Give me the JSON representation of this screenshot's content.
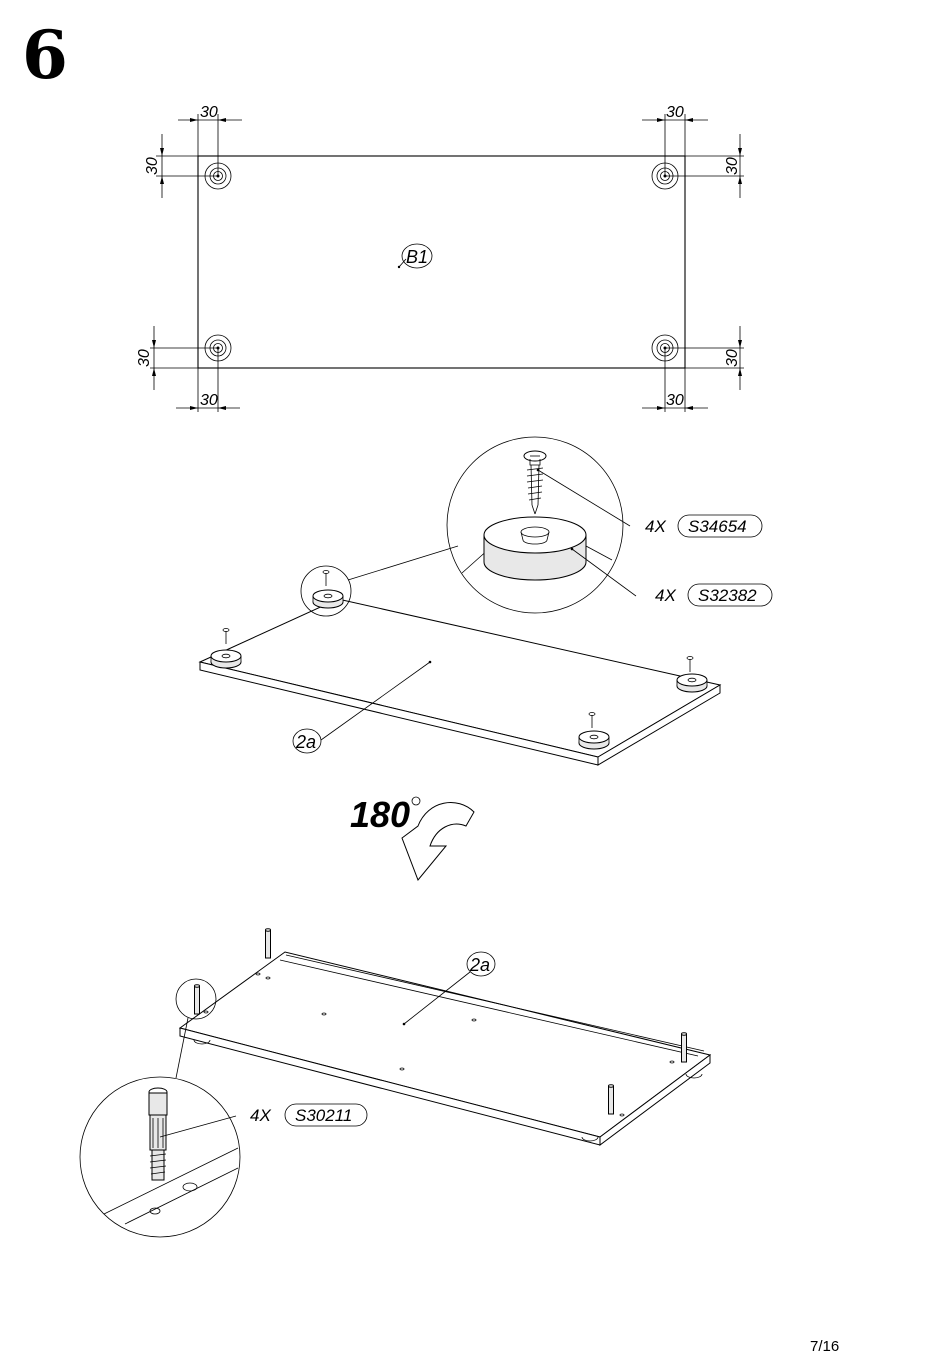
{
  "step": {
    "number": "6"
  },
  "top_view": {
    "panel_label": "B1",
    "dimensions": [
      "30",
      "30",
      "30",
      "30",
      "30",
      "30",
      "30",
      "30"
    ]
  },
  "feet_step": {
    "panel_label": "2a",
    "callouts": [
      {
        "qty": "4X",
        "part": "S34654"
      },
      {
        "qty": "4X",
        "part": "S32382"
      }
    ]
  },
  "rotation": {
    "angle": "180"
  },
  "dowel_step": {
    "panel_label": "2a",
    "callouts": [
      {
        "qty": "4X",
        "part": "S30211"
      }
    ]
  },
  "footer": {
    "page": "7/16"
  }
}
